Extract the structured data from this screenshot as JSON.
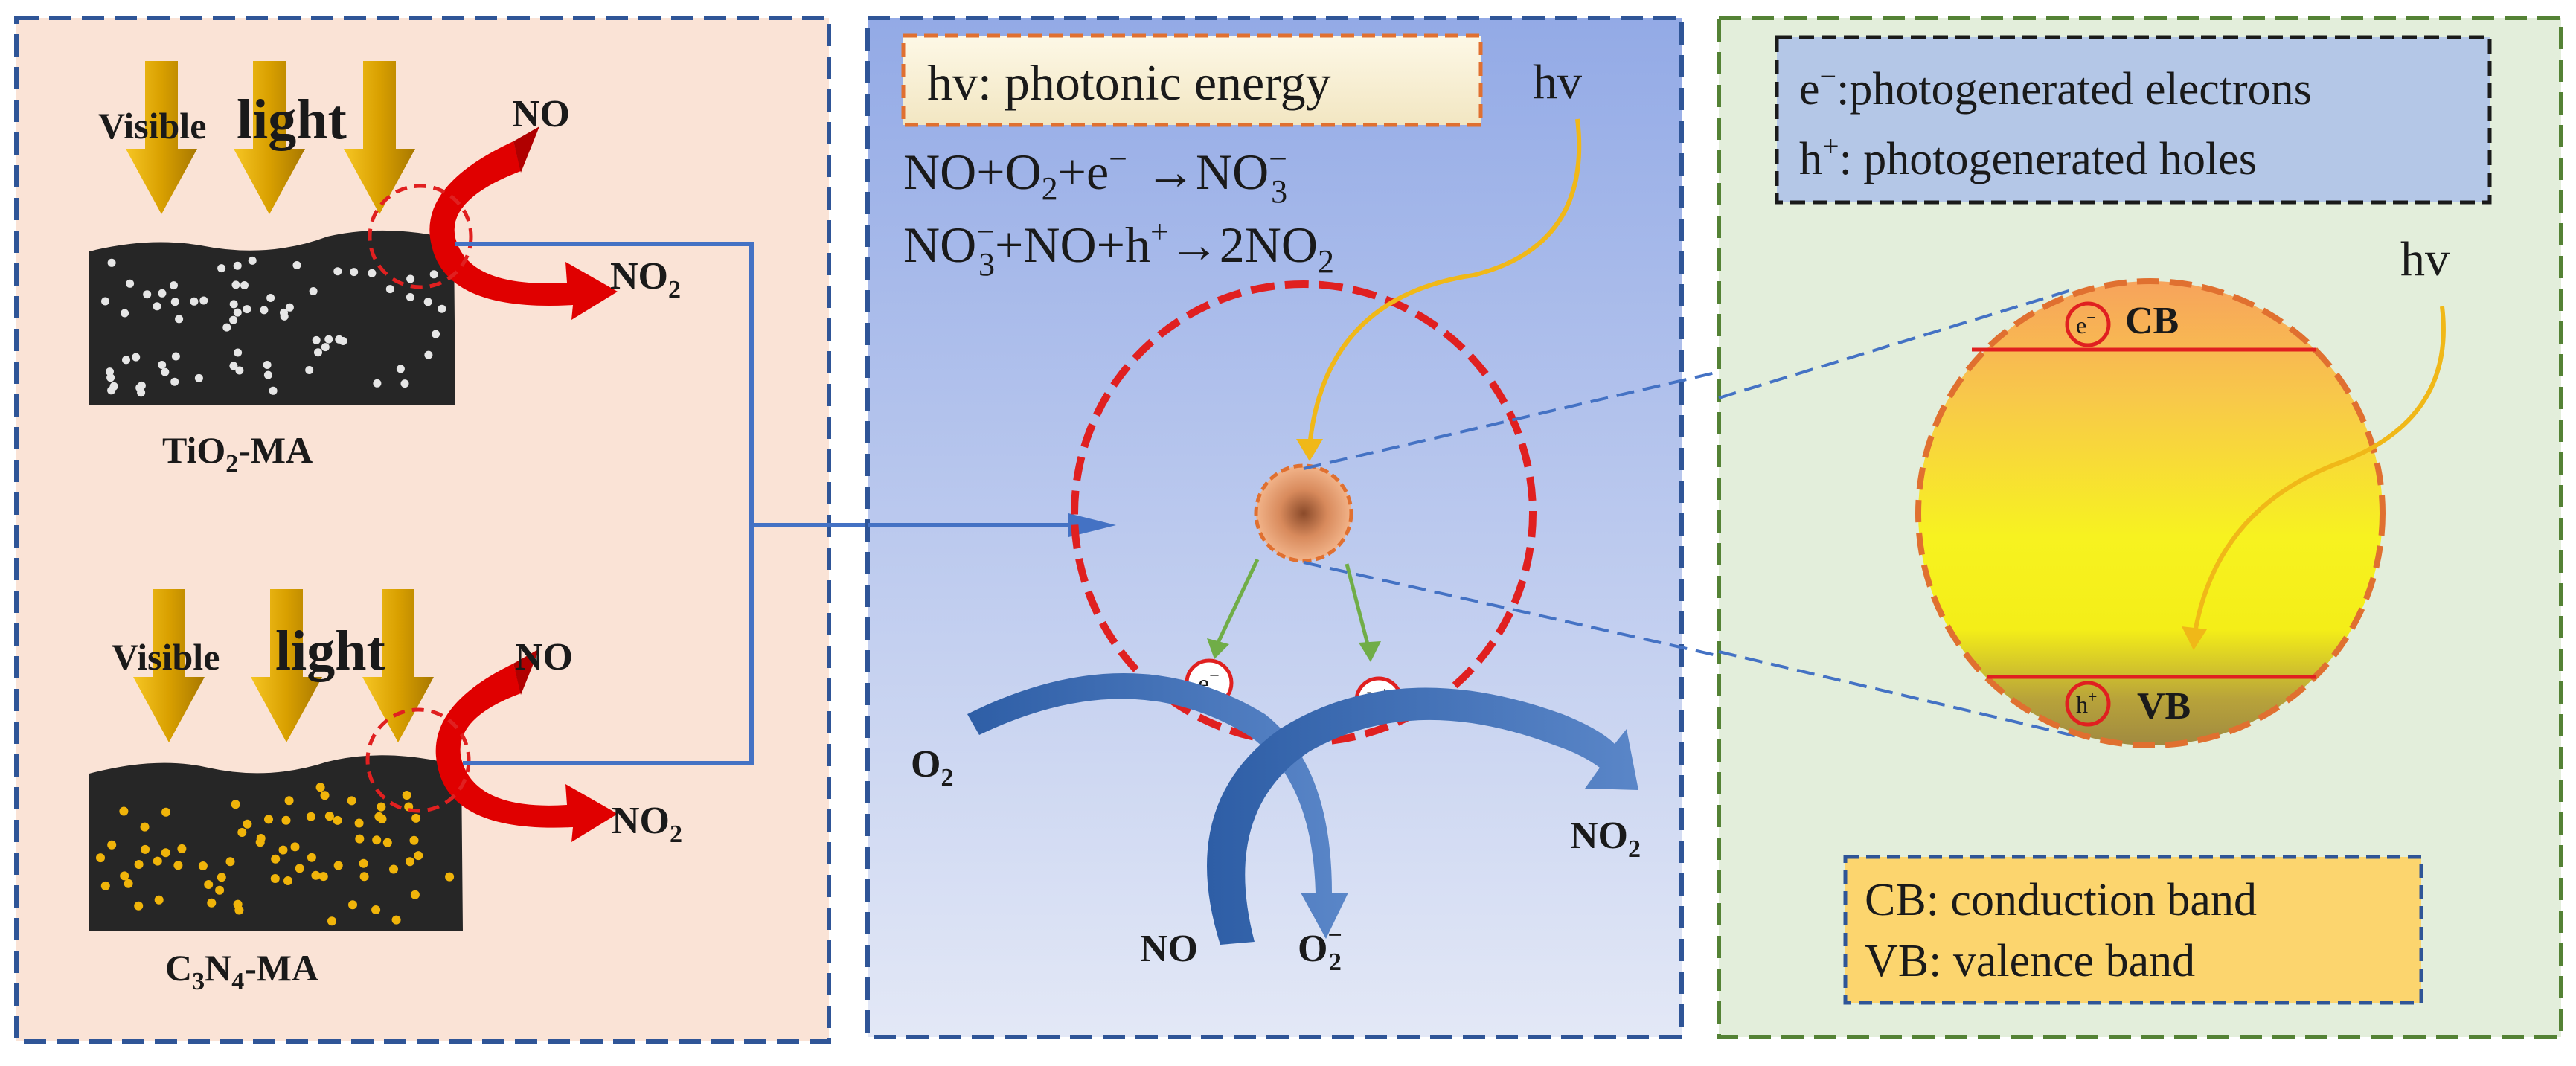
{
  "panel_left": {
    "visible_word": "Visible",
    "light_word": "light",
    "no_label": "NO",
    "no2_label_main": "NO",
    "no2_label_sub": "2",
    "top_material_a": "TiO",
    "top_material_sub": "2",
    "top_material_b": "-MA",
    "bottom_material_a": "C",
    "bottom_material_sub1": "3",
    "bottom_material_b": "N",
    "bottom_material_sub2": "4",
    "bottom_material_c": "-MA"
  },
  "panel_middle": {
    "legend_hv": "hv: photonic energy",
    "hv_label": "hv",
    "eq1_a": "NO+O",
    "eq1_sub": "2",
    "eq1_b": "+e",
    "eq1_sup": "−",
    "eq1_arrow": "→NO",
    "eq1_sup2": "−",
    "eq1_sub2": "3",
    "eq2_a": "NO",
    "eq2_sup1": "−",
    "eq2_sub1": "3",
    "eq2_b": "+NO+h",
    "eq2_sup2": "+",
    "eq2_c": "→2NO",
    "eq2_sub2": "2",
    "electron": "e",
    "electron_sup": "−",
    "hole": "h",
    "hole_sup": "+",
    "o2_main": "O",
    "o2_sub": "2",
    "no_label": "NO",
    "o2minus_main": "O",
    "o2minus_sub": "2",
    "o2minus_sup": "−",
    "no2_main": "NO",
    "no2_sub": "2"
  },
  "panel_right": {
    "legend_line1_a": "e",
    "legend_line1_sup": "−",
    "legend_line1_b": ":photogenerated electrons",
    "legend_line2_a": "h",
    "legend_line2_sup": "+",
    "legend_line2_b": ": photogenerated holes",
    "hv_label": "hv",
    "cb_label": "CB",
    "vb_label": "VB",
    "electron": "e",
    "electron_sup": "−",
    "hole": "h",
    "hole_sup": "+",
    "band_legend_cb": "CB: conduction band",
    "band_legend_vb": "VB: valence band"
  },
  "colors": {
    "left_bg": "#fae3d6",
    "middle_bg_top": "#93aae6",
    "middle_bg_bottom": "#e3e8f6",
    "right_bg": "#e3eedb",
    "blue_border": "#2f5597",
    "green_border": "#548235",
    "red_dash": "#e02020",
    "arrow_gold": "#d9a400",
    "arrow_red": "#e00000",
    "flow_blue": "#3c6cb3"
  }
}
